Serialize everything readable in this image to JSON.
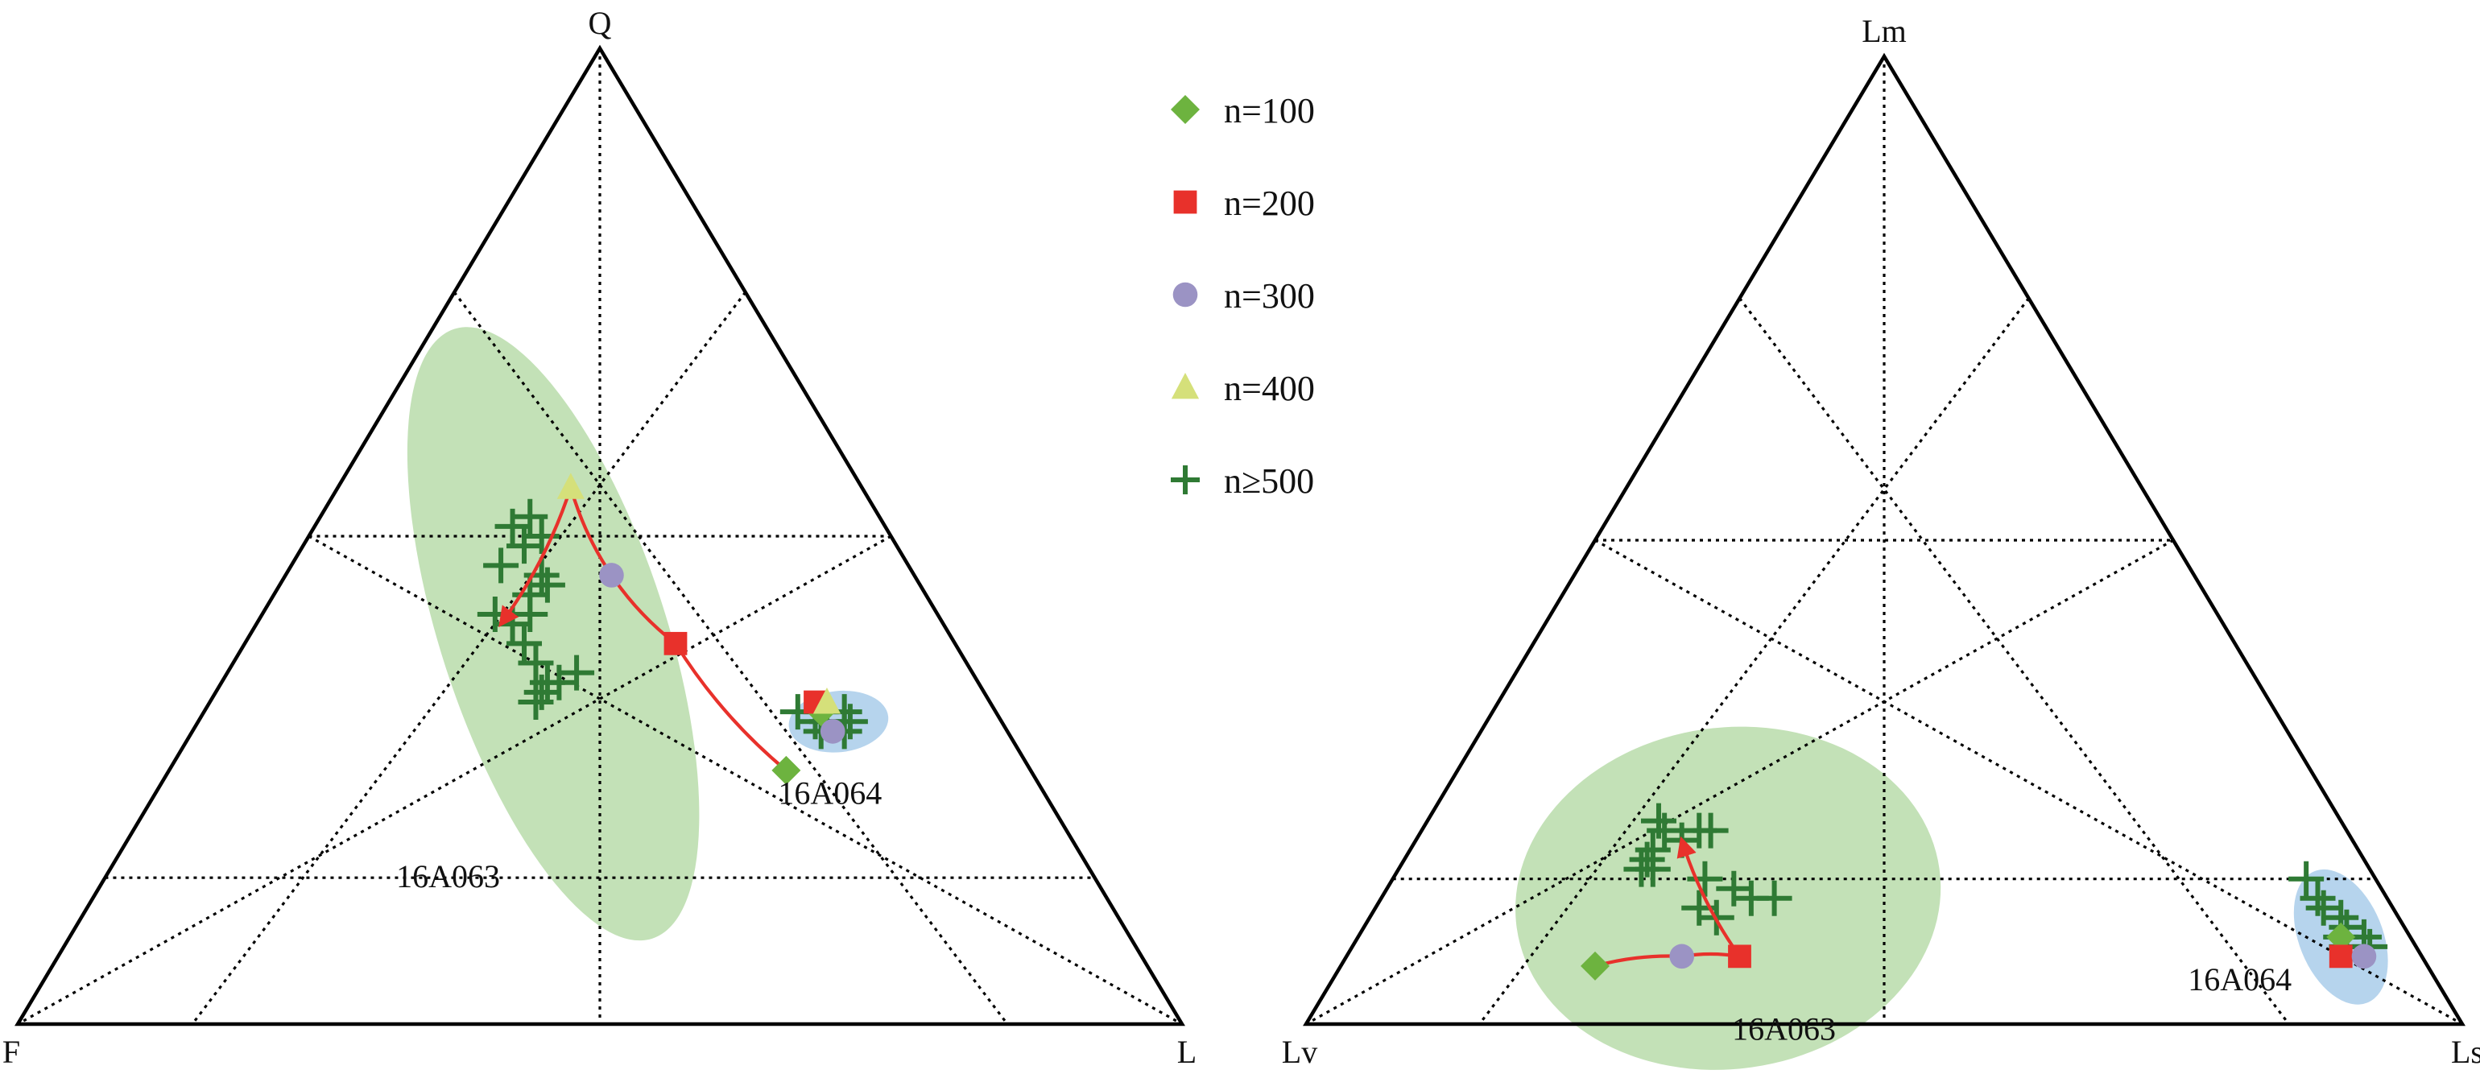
{
  "colors": {
    "n100": "#6db33f",
    "n200": "#e8312b",
    "n300": "#9b93c4",
    "n400": "#d5e07a",
    "n500": "#2f7a34",
    "path": "#e8312b",
    "group_green": "#b9dcaa",
    "group_blue": "#a9cdea"
  },
  "legend": {
    "items": [
      {
        "key": "n100",
        "label": "n=100",
        "marker": "diamond"
      },
      {
        "key": "n200",
        "label": "n=200",
        "marker": "square"
      },
      {
        "key": "n300",
        "label": "n=300",
        "marker": "circle"
      },
      {
        "key": "n400",
        "label": "n=400",
        "marker": "triangle"
      },
      {
        "key": "n500",
        "label": "n≥500",
        "marker": "cross"
      }
    ]
  },
  "chart_data": [
    {
      "type": "scatter",
      "diagram": "ternary",
      "vertices": {
        "top": "Q",
        "left": "F",
        "right": "L"
      },
      "grid": "dotted",
      "groups": [
        {
          "label": "16A063",
          "ellipse": {
            "Q": 40,
            "F": 34,
            "L": 26,
            "color": "group_green"
          },
          "points": [
            {
              "n": "100",
              "Q": 26,
              "F": 21,
              "L": 53
            },
            {
              "n": "200",
              "Q": 39,
              "F": 24,
              "L": 37
            },
            {
              "n": "300",
              "Q": 46,
              "F": 26,
              "L": 28
            },
            {
              "n": "400",
              "Q": 55,
              "F": 25,
              "L": 20
            }
          ],
          "path_order": [
            "100",
            "200",
            "300",
            "400"
          ],
          "path_end": {
            "Q": 41,
            "F": 38,
            "L": 21
          },
          "n500": [
            {
              "Q": 47,
              "F": 35,
              "L": 18
            },
            {
              "Q": 51,
              "F": 32,
              "L": 17
            },
            {
              "Q": 52,
              "F": 30,
              "L": 18
            },
            {
              "Q": 50,
              "F": 30,
              "L": 20
            },
            {
              "Q": 49,
              "F": 32,
              "L": 19
            },
            {
              "Q": 46,
              "F": 32,
              "L": 22
            },
            {
              "Q": 44,
              "F": 34,
              "L": 22
            },
            {
              "Q": 42,
              "F": 35,
              "L": 23
            },
            {
              "Q": 42,
              "F": 38,
              "L": 20
            },
            {
              "Q": 41,
              "F": 37,
              "L": 22
            },
            {
              "Q": 39,
              "F": 37,
              "L": 24
            },
            {
              "Q": 37,
              "F": 37,
              "L": 26
            },
            {
              "Q": 35,
              "F": 37,
              "L": 28
            },
            {
              "Q": 34,
              "F": 38,
              "L": 28
            },
            {
              "Q": 33,
              "F": 39,
              "L": 28
            },
            {
              "Q": 36,
              "F": 34,
              "L": 30
            },
            {
              "Q": 35,
              "F": 36,
              "L": 29
            },
            {
              "Q": 45,
              "F": 32,
              "L": 23
            }
          ]
        },
        {
          "label": "16A064",
          "ellipse": {
            "Q": 31,
            "F": 14,
            "L": 55,
            "color": "group_blue"
          },
          "points": [
            {
              "n": "100",
              "Q": 32,
              "F": 15,
              "L": 53
            },
            {
              "n": "200",
              "Q": 33,
              "F": 15,
              "L": 52
            },
            {
              "n": "300",
              "Q": 30,
              "F": 15,
              "L": 55
            },
            {
              "n": "400",
              "Q": 33,
              "F": 14,
              "L": 53
            }
          ],
          "n500": [
            {
              "Q": 32,
              "F": 17,
              "L": 51
            },
            {
              "Q": 31,
              "F": 16,
              "L": 53
            },
            {
              "Q": 31,
              "F": 15,
              "L": 54
            },
            {
              "Q": 30,
              "F": 14,
              "L": 56
            },
            {
              "Q": 31,
              "F": 13,
              "L": 56
            },
            {
              "Q": 32,
              "F": 13,
              "L": 55
            },
            {
              "Q": 30,
              "F": 16,
              "L": 54
            },
            {
              "Q": 32,
              "F": 15,
              "L": 53
            }
          ]
        }
      ]
    },
    {
      "type": "scatter",
      "diagram": "ternary",
      "vertices": {
        "top": "Lm",
        "left": "Lv",
        "right": "Ls"
      },
      "grid": "dotted",
      "groups": [
        {
          "label": "16A063",
          "ellipse": {
            "Lm": 13,
            "Lv": 57,
            "Ls": 30,
            "color": "group_green"
          },
          "points": [
            {
              "n": "100",
              "Lm": 6,
              "Lv": 72,
              "Ls": 22
            },
            {
              "n": "300",
              "Lm": 7,
              "Lv": 64,
              "Ls": 29
            },
            {
              "n": "200",
              "Lm": 7,
              "Lv": 59,
              "Ls": 34
            }
          ],
          "path_order": [
            "100",
            "300",
            "200"
          ],
          "path_end": {
            "Lm": 19,
            "Lv": 58,
            "Ls": 23
          },
          "n500": [
            {
              "Lm": 21,
              "Lv": 59,
              "Ls": 20
            },
            {
              "Lm": 20,
              "Lv": 59,
              "Ls": 21
            },
            {
              "Lm": 19,
              "Lv": 58,
              "Ls": 23
            },
            {
              "Lm": 20,
              "Lv": 56,
              "Ls": 24
            },
            {
              "Lm": 20,
              "Lv": 55,
              "Ls": 25
            },
            {
              "Lm": 18,
              "Lv": 61,
              "Ls": 21
            },
            {
              "Lm": 17,
              "Lv": 62,
              "Ls": 21
            },
            {
              "Lm": 16,
              "Lv": 62,
              "Ls": 22
            },
            {
              "Lm": 16,
              "Lv": 63,
              "Ls": 21
            },
            {
              "Lm": 15,
              "Lv": 58,
              "Ls": 27
            },
            {
              "Lm": 14,
              "Lv": 56,
              "Ls": 30
            },
            {
              "Lm": 13,
              "Lv": 55,
              "Ls": 32
            },
            {
              "Lm": 13,
              "Lv": 53,
              "Ls": 34
            },
            {
              "Lm": 11,
              "Lv": 59,
              "Ls": 30
            },
            {
              "Lm": 12,
              "Lv": 60,
              "Ls": 28
            }
          ]
        },
        {
          "label": "16A064",
          "ellipse": {
            "Lm": 9,
            "Lv": 6,
            "Ls": 85,
            "color": "group_blue"
          },
          "points": [
            {
              "n": "100",
              "Lm": 9,
              "Lv": 6,
              "Ls": 85
            },
            {
              "n": "200",
              "Lm": 7,
              "Lv": 7,
              "Ls": 86
            },
            {
              "n": "300",
              "Lm": 7,
              "Lv": 5,
              "Ls": 88
            }
          ],
          "n500": [
            {
              "Lm": 15,
              "Lv": 6,
              "Ls": 79
            },
            {
              "Lm": 13,
              "Lv": 6,
              "Ls": 81
            },
            {
              "Lm": 12,
              "Lv": 6,
              "Ls": 82
            },
            {
              "Lm": 11,
              "Lv": 5,
              "Ls": 84
            },
            {
              "Lm": 10,
              "Lv": 5,
              "Ls": 85
            },
            {
              "Lm": 9,
              "Lv": 6,
              "Ls": 85
            },
            {
              "Lm": 8,
              "Lv": 6,
              "Ls": 86
            },
            {
              "Lm": 8,
              "Lv": 4,
              "Ls": 88
            },
            {
              "Lm": 9,
              "Lv": 4,
              "Ls": 87
            }
          ]
        }
      ]
    }
  ]
}
